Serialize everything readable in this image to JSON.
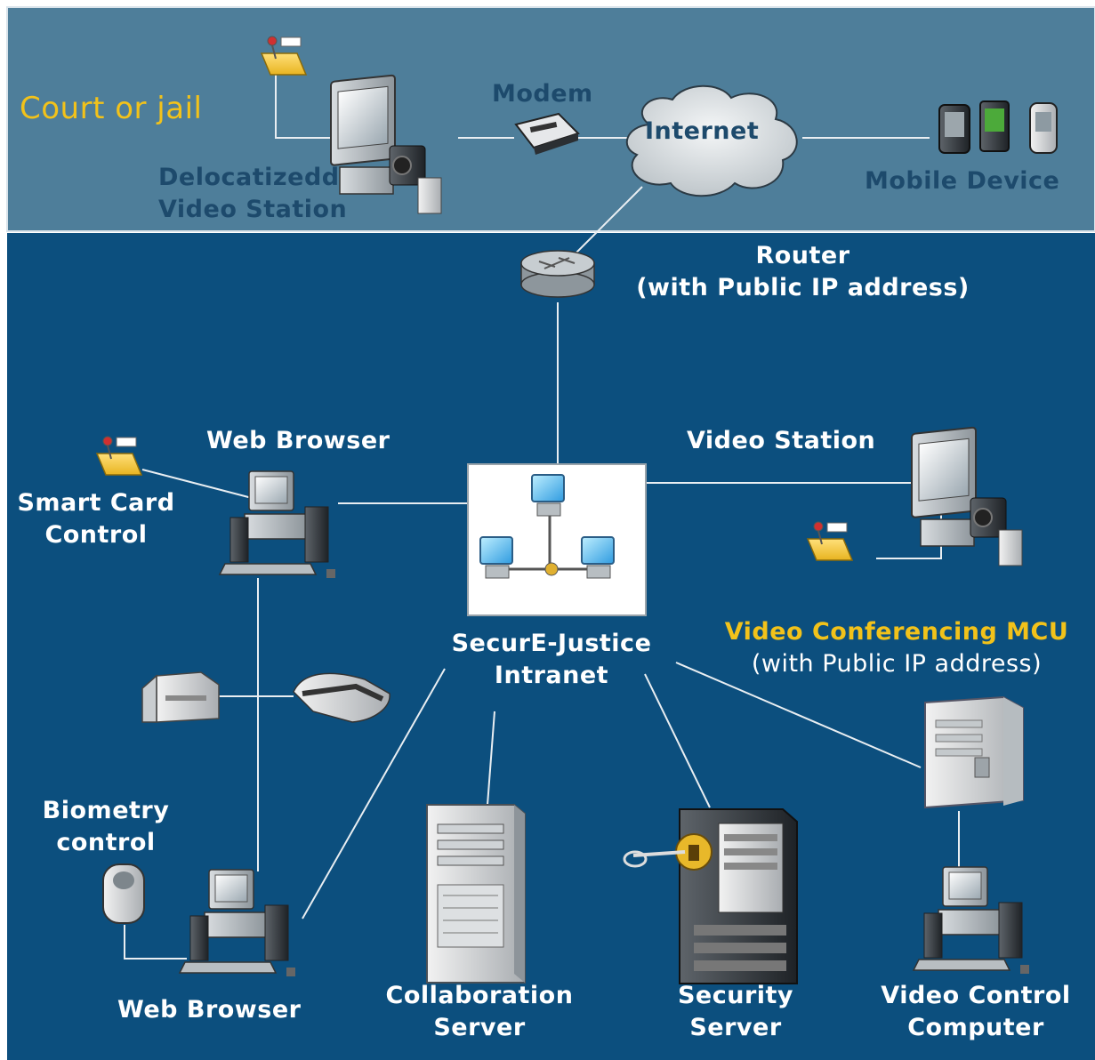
{
  "colors": {
    "top_band": "#4e7e9a",
    "main_background": "#0c4f7e",
    "connector_line": "#e9eef2",
    "dark_label": "#1d4a6c",
    "yellow_label": "#f2c21a",
    "white_label": "#ffffff"
  },
  "top_zone": {
    "title": "Court or jail"
  },
  "nodes": {
    "delocalized_station": {
      "line1": "Delocatizedd",
      "line2": "Video Station"
    },
    "modem": {
      "label": "Modem"
    },
    "internet": {
      "label": "Internet"
    },
    "mobile": {
      "label": "Mobile Device"
    },
    "router": {
      "line1": "Router",
      "line2": "(with Public IP address)"
    },
    "web_browser_top": {
      "label": "Web Browser"
    },
    "smart_card": {
      "line1": "Smart Card",
      "line2": "Control"
    },
    "intranet": {
      "line1": "SecurE-Justice",
      "line2": "Intranet"
    },
    "video_station": {
      "label": "Video Station"
    },
    "mcu": {
      "line1": "Video Conferencing MCU",
      "line2": "(with Public IP address)"
    },
    "biometry": {
      "line1": "Biometry",
      "line2": "control"
    },
    "web_browser_bottom": {
      "label": "Web Browser"
    },
    "collaboration": {
      "line1": "Collaboration",
      "line2": "Server"
    },
    "security": {
      "line1": "Security",
      "line2": "Server"
    },
    "video_control": {
      "line1": "Video Control",
      "line2": "Computer"
    }
  },
  "icons": [
    "smart-card-reader-icon",
    "video-station-icon",
    "modem-icon",
    "internet-cloud-icon",
    "mobile-devices-icon",
    "router-icon",
    "intranet-network-icon",
    "desktop-computer-icon",
    "printer-icon",
    "scanner-icon",
    "fingerprint-reader-icon",
    "server-tower-icon",
    "security-server-icon",
    "mcu-server-icon"
  ]
}
